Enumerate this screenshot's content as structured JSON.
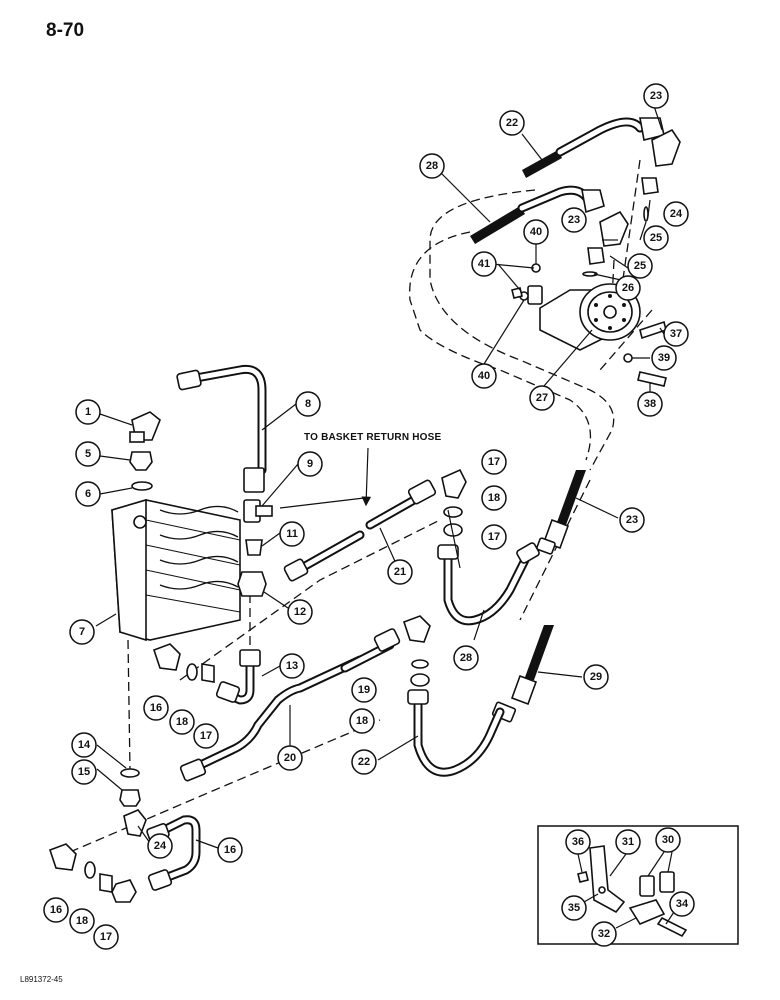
{
  "page": {
    "number": "8-70",
    "figure_code": "L891372-45"
  },
  "note": {
    "text": "TO BASKET RETURN HOSE"
  },
  "callouts": [
    "1",
    "5",
    "6",
    "7",
    "8",
    "9",
    "11",
    "12",
    "13",
    "14",
    "15",
    "16",
    "16",
    "16",
    "17",
    "17",
    "17",
    "17",
    "18",
    "18",
    "18",
    "18",
    "19",
    "20",
    "21",
    "22",
    "22",
    "23",
    "23",
    "23",
    "24",
    "24",
    "25",
    "25",
    "26",
    "27",
    "28",
    "28",
    "29",
    "37",
    "38",
    "39",
    "40",
    "40",
    "41",
    "30",
    "31",
    "32",
    "34",
    "35",
    "36"
  ]
}
